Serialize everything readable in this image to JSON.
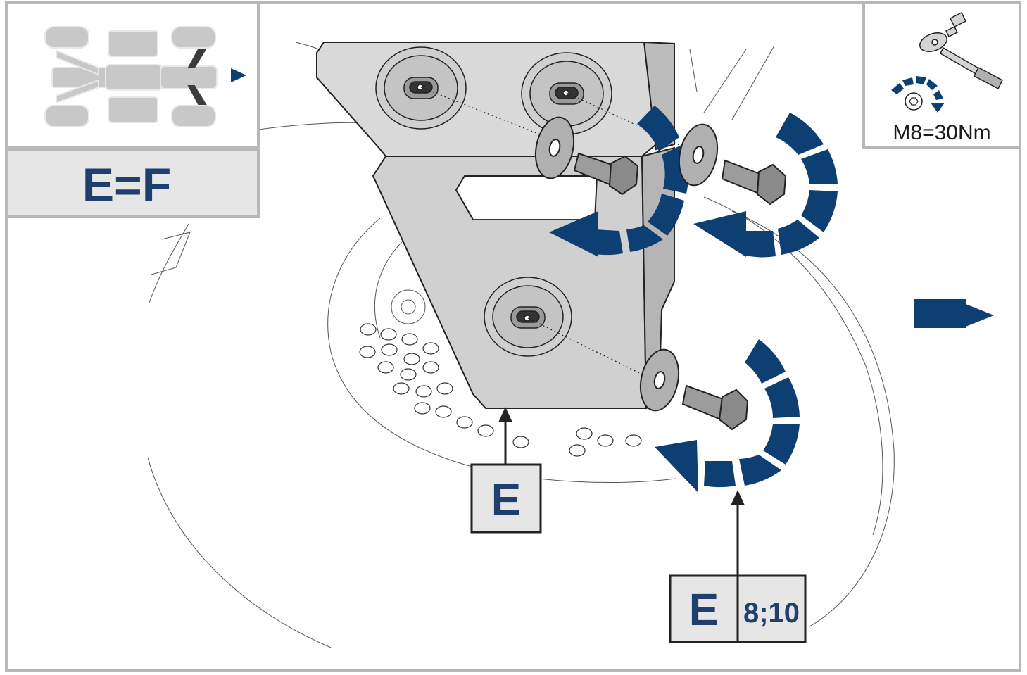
{
  "equivalence_label": "E=F",
  "torque_label": "M8=30Nm",
  "callout_part_label": "E",
  "callout_bolt_label": "E",
  "callout_bolt_qty": "8;10",
  "colors": {
    "accent_blue": "#0d3f72",
    "label_text": "#1f3f6e",
    "frame_gray": "#b7b7b7",
    "panel_fill": "#e6e6e6",
    "line_art": "#2a2a2a",
    "bracket_fill": "#d9d9d9"
  },
  "icons": {
    "vehicle_top_view": "atv-top-view-icon",
    "direction_arrow": "forward-arrow-icon",
    "wrench": "ratchet-wrench-icon",
    "tighten": "tighten-clockwise-icon"
  }
}
